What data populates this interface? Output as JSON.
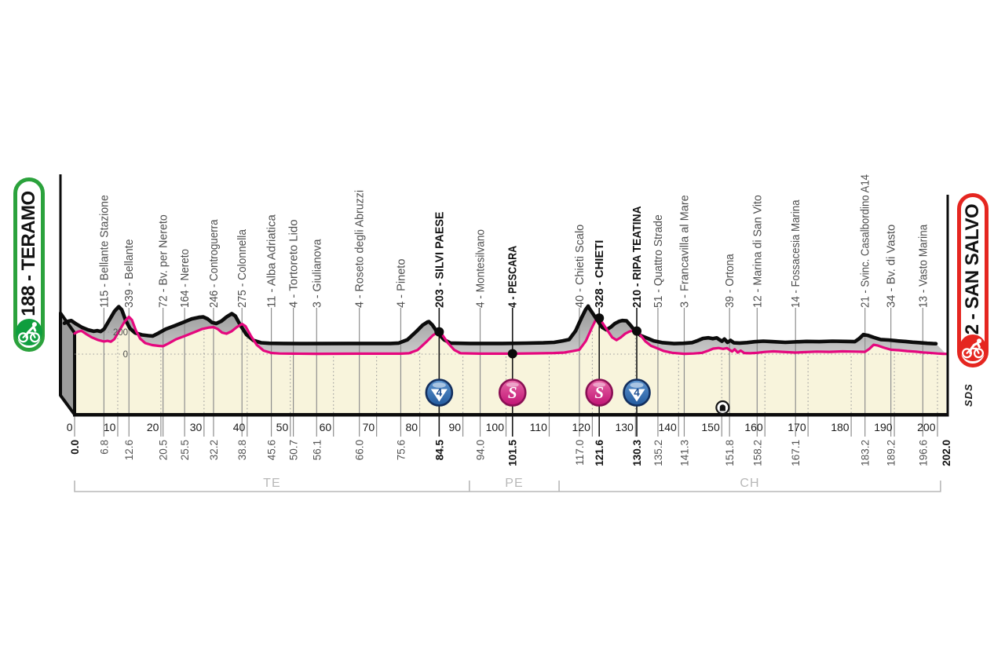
{
  "badges": {
    "start": {
      "text": "188 - TERAMO",
      "color": "#2ba23c",
      "circle_color": "#0f9e3e",
      "icon": "cyclist-icon"
    },
    "finish": {
      "text": "2 - SAN SALVO",
      "color": "#e52620",
      "circle_color": "#e52620",
      "icon": "sprinter-cyclist-icon"
    }
  },
  "signature": "SDS",
  "chart_data": {
    "type": "area",
    "title": "",
    "xlabel": "",
    "ylabel": "",
    "x_range_km": [
      0,
      202
    ],
    "x_ticks": [
      0,
      10,
      20,
      30,
      40,
      50,
      60,
      70,
      80,
      90,
      100,
      110,
      120,
      130,
      140,
      150,
      160,
      170,
      180,
      190,
      200
    ],
    "elevation_gridlines": [
      {
        "m": 0,
        "label": "0"
      },
      {
        "m": 200,
        "label": "200"
      }
    ],
    "provinces": [
      {
        "label": "TE",
        "from_km": 0,
        "to_km": 91.5
      },
      {
        "label": "PE",
        "from_km": 91.5,
        "to_km": 112.3
      },
      {
        "label": "CH",
        "from_km": 112.3,
        "to_km": 200.7
      }
    ],
    "tunnel": {
      "km": 150.2,
      "icon": "tunnel-icon"
    },
    "waypoints": [
      {
        "km": 0.0,
        "km_label": "0.0",
        "label": "",
        "bold": true,
        "marker": null,
        "alt": 188
      },
      {
        "km": 6.8,
        "km_label": "6.8",
        "label": "115 - Bellante Stazione",
        "bold": false,
        "marker": null,
        "alt": 115
      },
      {
        "km": 12.6,
        "km_label": "12.6",
        "label": "339 - Bellante",
        "bold": false,
        "marker": null,
        "alt": 339
      },
      {
        "km": 20.5,
        "km_label": "20.5",
        "label": "72 - Bv. per Nereto",
        "bold": false,
        "marker": null,
        "alt": 72
      },
      {
        "km": 25.5,
        "km_label": "25.5",
        "label": "164 - Nereto",
        "bold": false,
        "marker": null,
        "alt": 164
      },
      {
        "km": 32.2,
        "km_label": "32.2",
        "label": "246 - Controguerra",
        "bold": false,
        "marker": null,
        "alt": 246
      },
      {
        "km": 38.8,
        "km_label": "38.8",
        "label": "275 - Colonnella",
        "bold": false,
        "marker": null,
        "alt": 275
      },
      {
        "km": 45.6,
        "km_label": "45.6",
        "label": "11 - Alba Adriatica",
        "bold": false,
        "marker": null,
        "alt": 11
      },
      {
        "km": 50.7,
        "km_label": "50.7",
        "label": "4 - Tortoreto Lido",
        "bold": false,
        "marker": null,
        "alt": 4
      },
      {
        "km": 56.1,
        "km_label": "56.1",
        "label": "3 - Giulianova",
        "bold": false,
        "marker": null,
        "alt": 3
      },
      {
        "km": 66.0,
        "km_label": "66.0",
        "label": "4 - Roseto degli Abruzzi",
        "bold": false,
        "marker": null,
        "alt": 4
      },
      {
        "km": 75.6,
        "km_label": "75.6",
        "label": "4 - Pineto",
        "bold": false,
        "marker": null,
        "alt": 4
      },
      {
        "km": 84.5,
        "km_label": "84.5",
        "label": "203 - SILVI PAESE",
        "bold": true,
        "marker": "cat4",
        "alt": 203
      },
      {
        "km": 94.0,
        "km_label": "94.0",
        "label": "4 - Montesilvano",
        "bold": false,
        "marker": null,
        "alt": 4
      },
      {
        "km": 101.5,
        "km_label": "101.5",
        "label": "4 - PESCARA",
        "bold": true,
        "marker": "sprint",
        "alt": 4
      },
      {
        "km": 117.0,
        "km_label": "117.0",
        "label": "40 - Chieti Scalo",
        "bold": false,
        "marker": null,
        "alt": 40
      },
      {
        "km": 121.6,
        "km_label": "121.6",
        "label": "328 - CHIETI",
        "bold": true,
        "marker": "sprint",
        "alt": 328
      },
      {
        "km": 130.3,
        "km_label": "130.3",
        "label": "210 - RIPA TEATINA",
        "bold": true,
        "marker": "cat4",
        "alt": 210
      },
      {
        "km": 135.2,
        "km_label": "135.2",
        "label": "51 - Quattro Strade",
        "bold": false,
        "marker": null,
        "alt": 51
      },
      {
        "km": 141.3,
        "km_label": "141.3",
        "label": "3 - Francavilla al Mare",
        "bold": false,
        "marker": null,
        "alt": 3
      },
      {
        "km": 151.8,
        "km_label": "151.8",
        "label": "39 - Ortona",
        "bold": false,
        "marker": null,
        "alt": 39
      },
      {
        "km": 158.2,
        "km_label": "158.2",
        "label": "12 - Marina di San Vito",
        "bold": false,
        "marker": null,
        "alt": 12
      },
      {
        "km": 167.1,
        "km_label": "167.1",
        "label": "14 - Fossacesia Marina",
        "bold": false,
        "marker": null,
        "alt": 14
      },
      {
        "km": 183.2,
        "km_label": "183.2",
        "label": "21 - Svinc. Casalbordino A14",
        "bold": false,
        "marker": null,
        "alt": 21
      },
      {
        "km": 189.2,
        "km_label": "189.2",
        "label": "34 - Bv. di Vasto",
        "bold": false,
        "marker": null,
        "alt": 34
      },
      {
        "km": 196.6,
        "km_label": "196.6",
        "label": "13 - Vasto Marina",
        "bold": false,
        "marker": null,
        "alt": 13
      },
      {
        "km": 202.0,
        "km_label": "202.0",
        "label": "",
        "bold": true,
        "marker": null,
        "alt": 2
      }
    ],
    "profile": [
      [
        0,
        188
      ],
      [
        0.8,
        205
      ],
      [
        1.6,
        212
      ],
      [
        2.6,
        185
      ],
      [
        4,
        152
      ],
      [
        5.5,
        128
      ],
      [
        6.8,
        115
      ],
      [
        7.6,
        121
      ],
      [
        8.4,
        113
      ],
      [
        9.2,
        136
      ],
      [
        10.4,
        215
      ],
      [
        11.6,
        296
      ],
      [
        12.6,
        339
      ],
      [
        13.3,
        311
      ],
      [
        14.2,
        216
      ],
      [
        15.2,
        141
      ],
      [
        16.4,
        100
      ],
      [
        18,
        82
      ],
      [
        19.5,
        75
      ],
      [
        20.5,
        72
      ],
      [
        21.8,
        98
      ],
      [
        23.5,
        135
      ],
      [
        25.5,
        164
      ],
      [
        27.5,
        196
      ],
      [
        29.5,
        228
      ],
      [
        31.2,
        242
      ],
      [
        32.2,
        246
      ],
      [
        33.2,
        228
      ],
      [
        34.2,
        196
      ],
      [
        35.2,
        186
      ],
      [
        36.4,
        208
      ],
      [
        37.6,
        246
      ],
      [
        38.8,
        275
      ],
      [
        39.6,
        255
      ],
      [
        40.8,
        170
      ],
      [
        42.2,
        85
      ],
      [
        43.8,
        32
      ],
      [
        45.6,
        11
      ],
      [
        47.5,
        6
      ],
      [
        50.7,
        4
      ],
      [
        56.1,
        3
      ],
      [
        66,
        4
      ],
      [
        75.6,
        4
      ],
      [
        77.5,
        8
      ],
      [
        79.5,
        38
      ],
      [
        81.5,
        110
      ],
      [
        83,
        170
      ],
      [
        84.2,
        200
      ],
      [
        84.5,
        203
      ],
      [
        85.3,
        172
      ],
      [
        86.5,
        102
      ],
      [
        88,
        38
      ],
      [
        89.5,
        8
      ],
      [
        94,
        4
      ],
      [
        101.5,
        4
      ],
      [
        107,
        7
      ],
      [
        111,
        10
      ],
      [
        113.5,
        14
      ],
      [
        115.5,
        28
      ],
      [
        117,
        40
      ],
      [
        118.5,
        120
      ],
      [
        119.8,
        232
      ],
      [
        120.8,
        312
      ],
      [
        121.4,
        344
      ],
      [
        121.6,
        328
      ],
      [
        122.5,
        276
      ],
      [
        123.5,
        216
      ],
      [
        124.6,
        152
      ],
      [
        125.6,
        128
      ],
      [
        126.6,
        152
      ],
      [
        127.6,
        186
      ],
      [
        128.6,
        206
      ],
      [
        129.3,
        213
      ],
      [
        130.3,
        210
      ],
      [
        131.3,
        166
      ],
      [
        132.3,
        116
      ],
      [
        133.6,
        76
      ],
      [
        135.2,
        51
      ],
      [
        136.6,
        28
      ],
      [
        138.5,
        12
      ],
      [
        141.3,
        3
      ],
      [
        143.5,
        6
      ],
      [
        145.5,
        12
      ],
      [
        146.8,
        30
      ],
      [
        148,
        50
      ],
      [
        149.3,
        56
      ],
      [
        150.3,
        48
      ],
      [
        151.2,
        55
      ],
      [
        151.8,
        39
      ],
      [
        152.4,
        24
      ],
      [
        153,
        44
      ],
      [
        153.7,
        14
      ],
      [
        154.4,
        32
      ],
      [
        155.2,
        10
      ],
      [
        156.5,
        8
      ],
      [
        158.2,
        12
      ],
      [
        160,
        20
      ],
      [
        162,
        25
      ],
      [
        164,
        21
      ],
      [
        167.1,
        14
      ],
      [
        169,
        18
      ],
      [
        172,
        23
      ],
      [
        175,
        21
      ],
      [
        178,
        25
      ],
      [
        181,
        23
      ],
      [
        183.2,
        21
      ],
      [
        184.2,
        48
      ],
      [
        185.2,
        85
      ],
      [
        186.2,
        78
      ],
      [
        187.5,
        60
      ],
      [
        189.2,
        40
      ],
      [
        191,
        36
      ],
      [
        193,
        28
      ],
      [
        195,
        22
      ],
      [
        196.6,
        16
      ],
      [
        198,
        12
      ],
      [
        200,
        6
      ],
      [
        201.3,
        3
      ],
      [
        202,
        2
      ]
    ],
    "colors": {
      "pink": "#e5077e",
      "band_top": "#969696",
      "band_bottom": "#cacaca",
      "cream": "#f8f4dc",
      "outline": "#0c0c0c",
      "leader": "#8e8e8e",
      "dotted": "#9a9a9a",
      "muted_text": "#4e4e4e",
      "tick_text": "#1b1b1b",
      "province": "#b8b8b8",
      "climb_fill_top": "#5e95cf",
      "climb_fill_bottom": "#235a9e",
      "climb_border": "#132f5e",
      "climb_number": "#1d4e92",
      "sprint_fill_top": "#e668a6",
      "sprint_fill_bottom": "#c11274",
      "sprint_border": "#8a0f54"
    },
    "marker_labels": {
      "cat4": "4",
      "sprint": "S"
    }
  }
}
